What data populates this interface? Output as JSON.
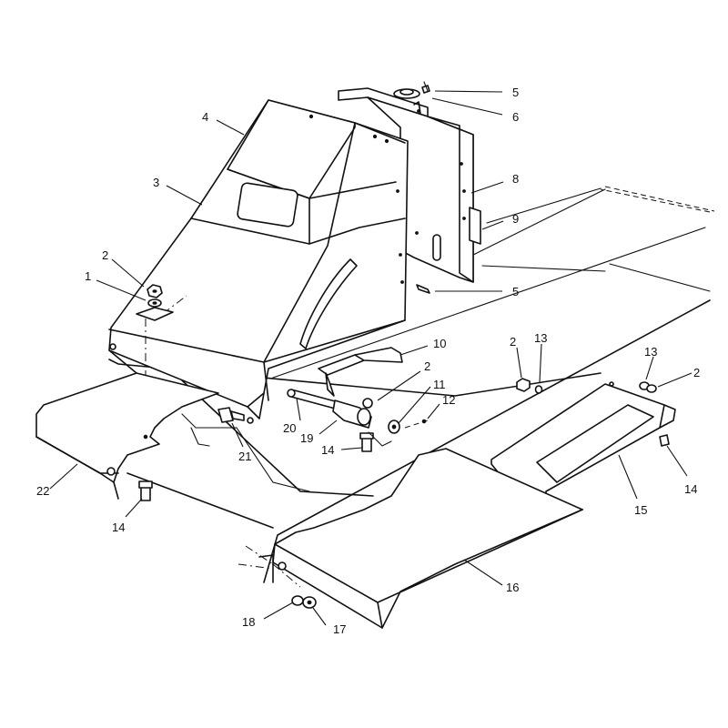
{
  "callouts": [
    {
      "id": "c4",
      "text": "4"
    },
    {
      "id": "c3",
      "text": "3"
    },
    {
      "id": "c2a",
      "text": "2"
    },
    {
      "id": "c1",
      "text": "1"
    },
    {
      "id": "c5a",
      "text": "5"
    },
    {
      "id": "c6",
      "text": "6"
    },
    {
      "id": "c8",
      "text": "8"
    },
    {
      "id": "c9",
      "text": "9"
    },
    {
      "id": "c5b",
      "text": "5"
    },
    {
      "id": "c10",
      "text": "10"
    },
    {
      "id": "c2b",
      "text": "2"
    },
    {
      "id": "c11",
      "text": "11"
    },
    {
      "id": "c12",
      "text": "12"
    },
    {
      "id": "c20",
      "text": "20"
    },
    {
      "id": "c19",
      "text": "19"
    },
    {
      "id": "c21",
      "text": "21"
    },
    {
      "id": "c14a",
      "text": "14"
    },
    {
      "id": "c2c",
      "text": "2"
    },
    {
      "id": "c13a",
      "text": "13"
    },
    {
      "id": "c13b",
      "text": "13"
    },
    {
      "id": "c2d",
      "text": "2"
    },
    {
      "id": "c14b",
      "text": "14"
    },
    {
      "id": "c15",
      "text": "15"
    },
    {
      "id": "c22",
      "text": "22"
    },
    {
      "id": "c14c",
      "text": "14"
    },
    {
      "id": "c16",
      "text": "16"
    },
    {
      "id": "c18",
      "text": "18"
    },
    {
      "id": "c17",
      "text": "17"
    }
  ]
}
